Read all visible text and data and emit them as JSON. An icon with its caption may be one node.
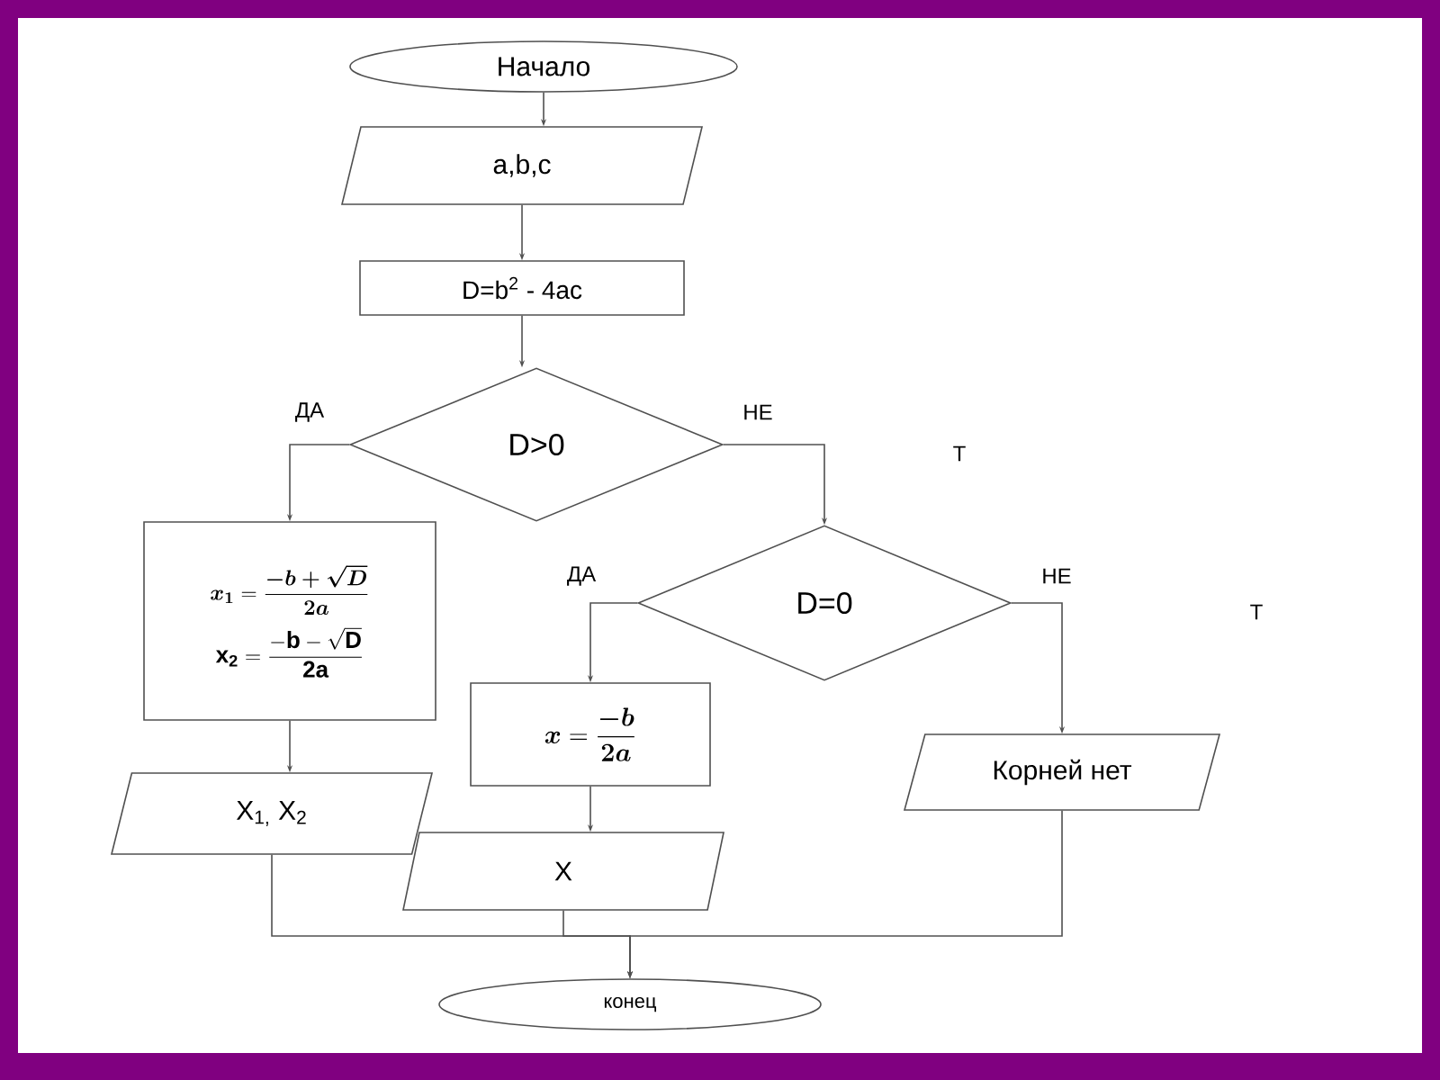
{
  "diagram": {
    "nodes": [
      {
        "text": [
          "Начало"
        ]
      },
      {
        "text": [
          "a,b,c"
        ]
      },
      {
        "text": [
          "D=b$^{2}$ - 4ac"
        ]
      },
      {
        "text": [
          "D>0"
        ]
      },
      {
        "text": [
          "\\boldsymbol{x_1} = \\frac{\\boldsymbol{-b+\\sqrt{D}}}{\\boldsymbol{2a}}",
          "\\mathbf{x_2} = \\frac{\\mathbf{-b - \\sqrt{D}}}{\\mathbf{2a}}"
        ]
      },
      {
        "text": [
          "D=0"
        ]
      },
      {
        "text": [
          "\\boldsymbol{x} = \\frac{\\boldsymbol{-b}}{\\boldsymbol{2a}}"
        ]
      },
      {
        "text": [
          "Корней нет"
        ]
      },
      {
        "text": [
          "X$_{1,}$     X$_{2}$"
        ]
      },
      {
        "text": [
          "X"
        ]
      },
      {
        "text": [
          "конец"
        ]
      }
    ],
    "edges": [
      {
        "from": 0,
        "to": 1,
        "arrow": "to"
      },
      {
        "from": 1,
        "to": 2,
        "arrow": "to"
      },
      {
        "from": 2,
        "to": 3,
        "arrow": "to"
      },
      {
        "from": 3,
        "to": 4,
        "arrow": "to",
        "label": "ДА"
      },
      {
        "from": 3,
        "to": 5,
        "arrow": "to",
        "label": "НЕ"
      },
      {
        "from": 5,
        "to": 6,
        "arrow": "to",
        "label": "ДА"
      },
      {
        "from": 5,
        "to": 7,
        "arrow": "to",
        "label": "НЕ"
      },
      {
        "from": 4,
        "to": 8,
        "arrow": "to"
      },
      {
        "from": 6,
        "to": 9,
        "arrow": "to"
      },
      {
        "from": 8,
        "to": 10,
        "arrow": "to"
      },
      {
        "from": 9,
        "to": 10,
        "arrow": "to"
      },
      {
        "from": 7,
        "to": 10,
        "arrow": "to"
      }
    ],
    "labels": [
      "Т",
      "Т"
    ]
  }
}
